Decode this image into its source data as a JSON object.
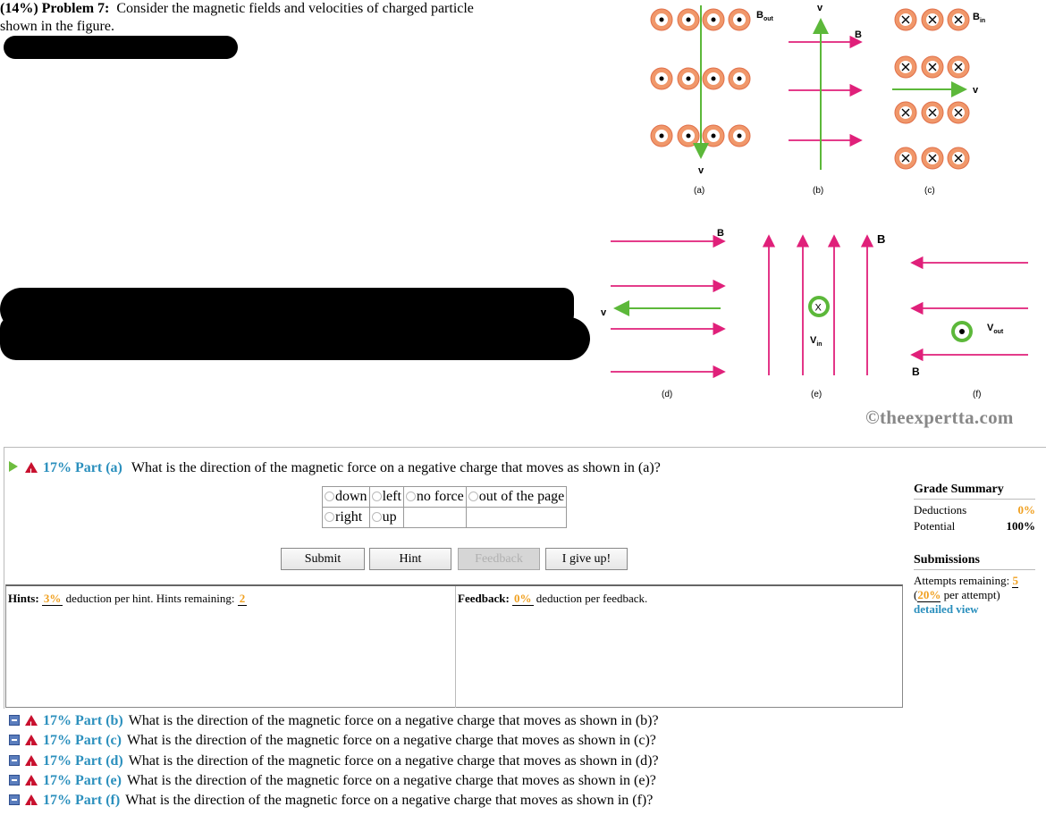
{
  "problem": {
    "percent": "(14%)",
    "label": "Problem 7:",
    "text_line1": "Consider the magnetic fields and velocities of charged particle",
    "text_line2": "shown in the figure."
  },
  "figure": {
    "panel_labels": [
      "(a)",
      "(b)",
      "(c)",
      "(d)",
      "(e)",
      "(f)"
    ],
    "B_out": "B",
    "B_out_sub": "out",
    "B_in": "B",
    "B_in_sub": "in",
    "B": "B",
    "v": "v",
    "v_in": "V",
    "v_in_sub": "in",
    "v_out": "V",
    "v_out_sub": "out",
    "x_mark": "X",
    "copyright": "©theexpertta.com"
  },
  "part_a": {
    "percent": "17%",
    "label": "Part (a)",
    "question": "What is the direction of the magnetic force on a negative charge that moves as shown in (a)?",
    "choices_row1": [
      "down",
      "left",
      "no force",
      "out of the page"
    ],
    "choices_row2": [
      "right",
      "up"
    ]
  },
  "buttons": {
    "submit": "Submit",
    "hint": "Hint",
    "feedback": "Feedback",
    "give_up": "I give up!"
  },
  "hints": {
    "label": "Hints:",
    "deduction": "3%",
    "text": "deduction per hint. Hints remaining:",
    "remaining": "2"
  },
  "feedback": {
    "label": "Feedback:",
    "deduction": "0%",
    "text": "deduction per feedback."
  },
  "grade_summary": {
    "title": "Grade Summary",
    "deductions_label": "Deductions",
    "deductions_value": "0%",
    "potential_label": "Potential",
    "potential_value": "100%",
    "submissions_title": "Submissions",
    "attempts_label": "Attempts remaining:",
    "attempts_value": "5",
    "per_attempt_value": "20%",
    "per_attempt_text": "per attempt)",
    "detailed_view": "detailed view"
  },
  "other_parts": [
    {
      "percent": "17%",
      "label": "Part (b)",
      "question": "What is the direction of the magnetic force on a negative charge that moves as shown in (b)?"
    },
    {
      "percent": "17%",
      "label": "Part (c)",
      "question": "What is the direction of the magnetic force on a negative charge that moves as shown in (c)?"
    },
    {
      "percent": "17%",
      "label": "Part (d)",
      "question": "What is the direction of the magnetic force on a negative charge that moves as shown in (d)?"
    },
    {
      "percent": "17%",
      "label": "Part (e)",
      "question": "What is the direction of the magnetic force on a negative charge that moves as shown in (e)?"
    },
    {
      "percent": "17%",
      "label": "Part (f)",
      "question": "What is the direction of the magnetic force on a negative charge that moves as shown in (f)?"
    }
  ],
  "colors": {
    "accent": "#2a8fbd",
    "orange": "#f0a020",
    "field_arrow": "#e0207a",
    "velocity_arrow": "#5cb83a",
    "charge_fill": "#f0976a"
  }
}
